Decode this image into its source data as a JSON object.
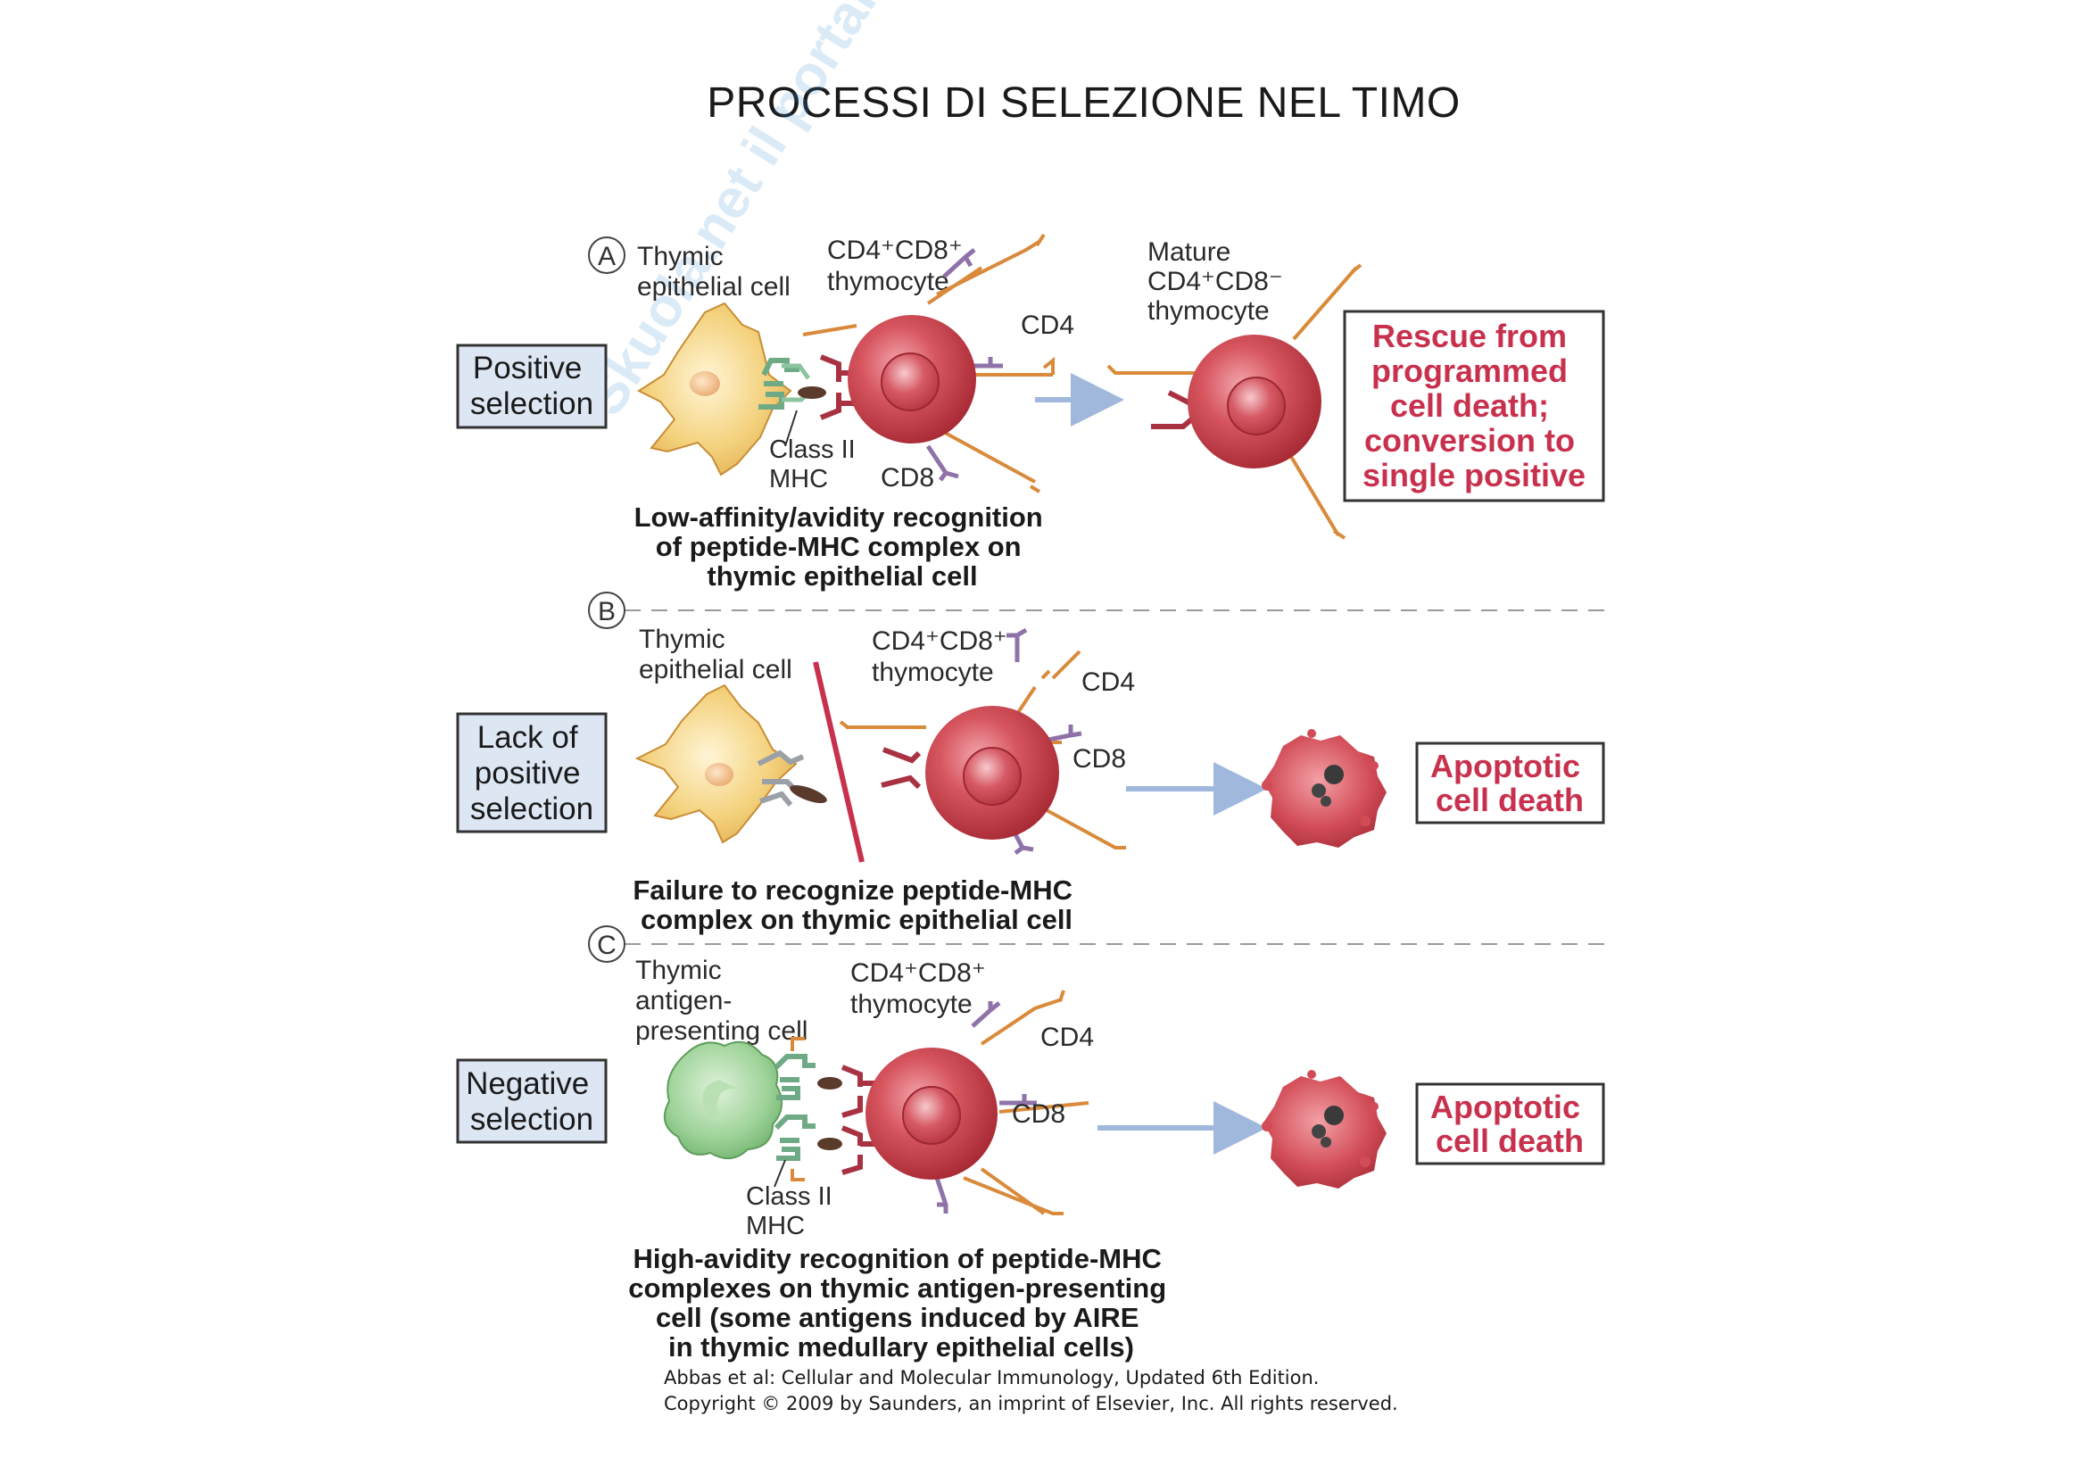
{
  "title": "PROCESSI DI SELEZIONE NEL TIMO",
  "colors": {
    "cell_red": "#c63c45",
    "epithelial": "#f0c872",
    "apc_green": "#8fc98a",
    "arrow_blue": "#9fb8dc",
    "outcome_red": "#c8314d",
    "box_blue": "#dde6f3",
    "receptor_orange": "#d98a3a",
    "receptor_purple": "#8f73a8",
    "mhc_green": "#6faa86"
  },
  "icons": {
    "thymic_epithelial_cell": "star-shaped-cell-icon",
    "thymocyte": "round-cell-icon",
    "antigen_presenting_cell": "green-cell-icon",
    "apoptotic_cell": "fragmented-cell-icon",
    "transition_arrow": "arrow-right-icon",
    "block_line": "barrier-line-icon"
  },
  "watermark_text": "Skuola.net il portale dello studente",
  "rows": [
    {
      "letter": "A",
      "title": [
        "Positive",
        "selection"
      ],
      "cell_label": [
        "Thymic",
        "epithelial cell"
      ],
      "thymocyte_label": [
        "CD4⁺CD8⁺",
        "thymocyte"
      ],
      "cd4_label": "CD4",
      "cd8_label": "CD8",
      "mhc_label": [
        "Class II",
        "MHC"
      ],
      "mature_label": [
        "Mature",
        "CD4⁺CD8⁻",
        "thymocyte"
      ],
      "caption": [
        "Low-affinity/avidity recognition",
        "of peptide-MHC complex on",
        "thymic epithelial cell"
      ],
      "outcome": [
        "Rescue from",
        "programmed",
        "cell death;",
        "conversion to",
        "single positive"
      ]
    },
    {
      "letter": "B",
      "title": [
        "Lack of",
        "positive",
        "selection"
      ],
      "cell_label": [
        "Thymic",
        "epithelial cell"
      ],
      "thymocyte_label": [
        "CD4⁺CD8⁺",
        "thymocyte"
      ],
      "cd4_label": "CD4",
      "cd8_label": "CD8",
      "caption": [
        "Failure to recognize peptide-MHC",
        "complex on thymic epithelial cell"
      ],
      "outcome": [
        "Apoptotic",
        "cell death"
      ]
    },
    {
      "letter": "C",
      "title": [
        "Negative",
        "selection"
      ],
      "cell_label": [
        "Thymic",
        "antigen-",
        "presenting cell"
      ],
      "thymocyte_label": [
        "CD4⁺CD8⁺",
        "thymocyte"
      ],
      "cd4_label": "CD4",
      "cd8_label": "CD8",
      "mhc_label": [
        "Class II",
        "MHC"
      ],
      "caption": [
        "High-avidity recognition of peptide-MHC",
        "complexes on thymic antigen-presenting",
        "cell (some antigens induced by AIRE",
        "in thymic medullary epithelial cells)"
      ],
      "outcome": [
        "Apoptotic",
        "cell death"
      ]
    }
  ],
  "credit": [
    "Abbas et al: Cellular and Molecular Immunology, Updated 6th Edition.",
    "Copyright © 2009 by Saunders, an imprint of Elsevier, Inc. All rights reserved."
  ]
}
